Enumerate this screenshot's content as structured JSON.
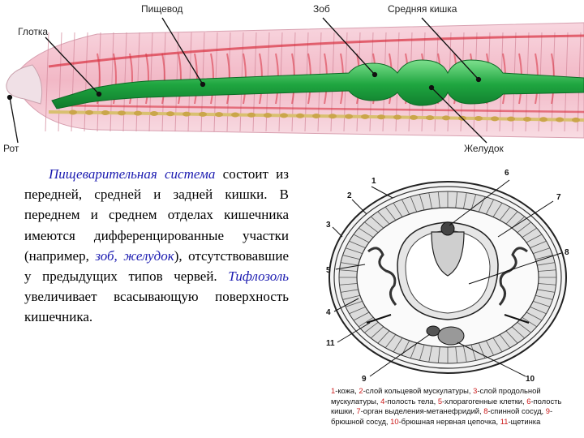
{
  "worm": {
    "labels": {
      "pharynx": "Глотка",
      "esophagus": "Пищевод",
      "crop": "Зоб",
      "midgut": "Средняя кишка",
      "mouth": "Рот",
      "gizzard": "Желудок"
    }
  },
  "body_text": {
    "p1": "Пищеварительная система",
    "p2": " состоит из передней, средней и задней кишки. В переднем и среднем отделах кишечника имеются дифференцированные участки (например, ",
    "p3": "зоб, желудок",
    "p4": "), отсутствовавшие у предыдущих типов червей. ",
    "p5": "Тифлозоль",
    "p6": " увеличивает всасывающую поверхность кишечника."
  },
  "cross_section": {
    "numbers": [
      "1",
      "2",
      "3",
      "4",
      "5",
      "6",
      "7",
      "8",
      "9",
      "10",
      "11"
    ],
    "caption": {
      "n1": "1",
      "t1": "-кожа, ",
      "n2": "2",
      "t2": "-слой кольцевой мускулатуры, ",
      "n3": "3",
      "t3": "-слой продольной мускулатуры, ",
      "n4": "4",
      "t4": "-полость тела, ",
      "n5": "5",
      "t5": "-хлорагогенные клетки, ",
      "n6": "6",
      "t6": "-полость кишки, ",
      "n7": "7",
      "t7": "-орган выделения-метанефридий, ",
      "n8": "8",
      "t8": "-спинной сосуд, ",
      "n9": "9",
      "t9": "-брюшной сосуд, ",
      "n10": "10",
      "t10": "-брюшная нервная цепочка, ",
      "n11": "11",
      "t11": "-щетинка"
    }
  },
  "colors": {
    "gut": "#22aa44",
    "body": "#f4c4d0",
    "vessel": "#d83040",
    "nerve": "#d9c070",
    "caption_number": "#cc1a1a",
    "highlight_text": "#1a1ab0"
  }
}
